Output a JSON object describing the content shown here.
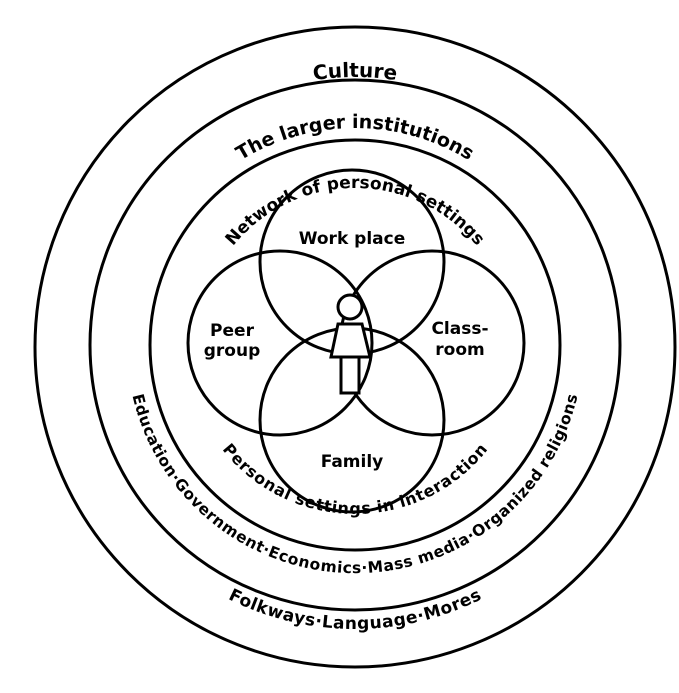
{
  "diagram": {
    "outer_ring_label": "Culture",
    "outer_ring_bottom_label": "Folkways·Language·Mores",
    "second_ring_label": "The larger institutions",
    "second_ring_bottom_label": "Education·Government·Economics·Mass media·Organized religions",
    "third_ring_label": "Network of personal settings",
    "third_ring_bottom_label": "Personal settings in interaction",
    "settings": {
      "top": "Work place",
      "left_line1": "Peer",
      "left_line2": "group",
      "right_line1": "Class-",
      "right_line2": "room",
      "bottom": "Family"
    },
    "center_icon": "person-icon"
  }
}
